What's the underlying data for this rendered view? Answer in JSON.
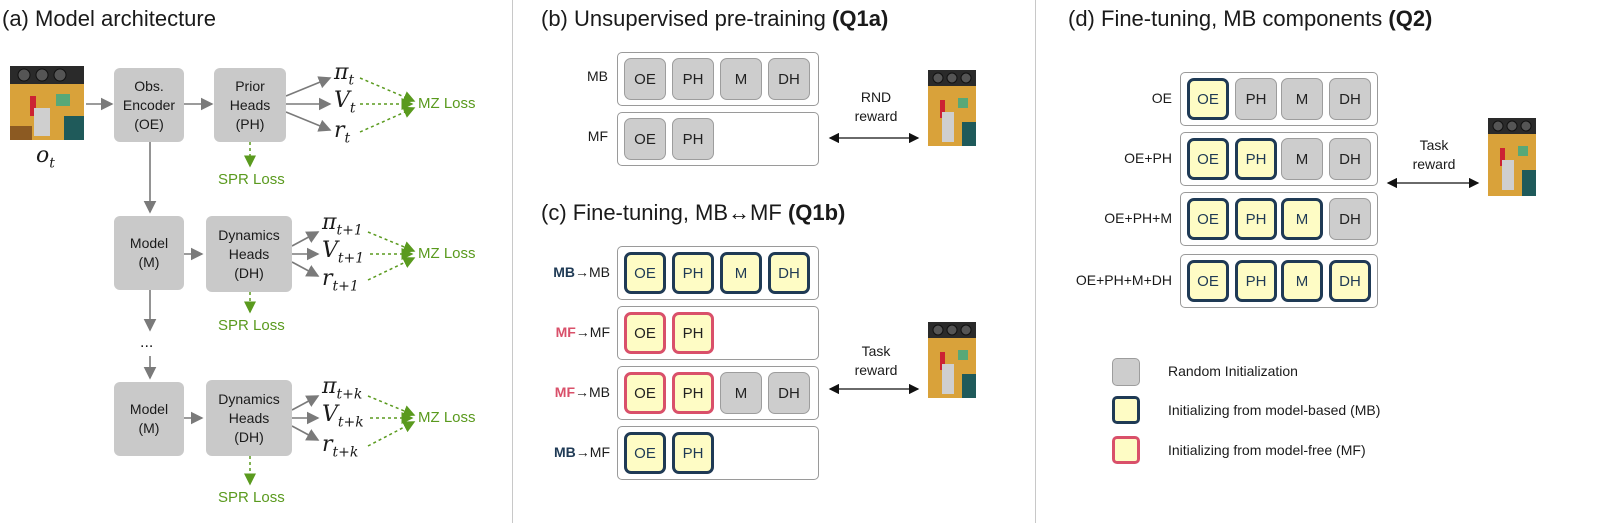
{
  "panel_a": {
    "title": "(a) Model architecture",
    "obs_label": "o",
    "obs_sub": "t",
    "encoder": "Obs.\nEncoder\n(OE)",
    "prior_heads": "Prior\nHeads\n(PH)",
    "model": "Model\n(M)",
    "dynamics_heads": "Dynamics\nHeads\n(DH)",
    "ellipsis": "...",
    "mz_loss": "MZ Loss",
    "spr_loss": "SPR Loss",
    "outputs_t": [
      "π",
      "V",
      "r"
    ],
    "sub_t": "t",
    "sub_t1": "t+1",
    "sub_tk": "t+k"
  },
  "panel_b": {
    "title": "(b) Unsupervised pre-training ",
    "title_bold": "(Q1a)",
    "rows": [
      {
        "label": "MB",
        "chips": [
          "OE",
          "PH",
          "M",
          "DH"
        ]
      },
      {
        "label": "MF",
        "chips": [
          "OE",
          "PH"
        ]
      }
    ],
    "reward": "RND\nreward"
  },
  "panel_c": {
    "title": "(c) Fine-tuning, MB↔MF ",
    "title_bold": "(Q1b)",
    "rows": [
      {
        "src": "MB",
        "dst": "→MB",
        "chips": [
          "OE",
          "PH",
          "M",
          "DH"
        ]
      },
      {
        "src": "MF",
        "dst": "→MF",
        "chips": [
          "OE",
          "PH"
        ]
      },
      {
        "src": "MF",
        "dst": "→MB",
        "chips": [
          "OE",
          "PH",
          "M",
          "DH"
        ]
      },
      {
        "src": "MB",
        "dst": "→MF",
        "chips": [
          "OE",
          "PH"
        ]
      }
    ],
    "reward": "Task\nreward"
  },
  "panel_d": {
    "title": "(d) Fine-tuning, MB components ",
    "title_bold": "(Q2)",
    "rows": [
      {
        "label": "OE",
        "chips": [
          "OE",
          "PH",
          "M",
          "DH"
        ]
      },
      {
        "label": "OE+PH",
        "chips": [
          "OE",
          "PH",
          "M",
          "DH"
        ]
      },
      {
        "label": "OE+PH+M",
        "chips": [
          "OE",
          "PH",
          "M",
          "DH"
        ]
      },
      {
        "label": "OE+PH+M+DH",
        "chips": [
          "OE",
          "PH",
          "M",
          "DH"
        ]
      }
    ],
    "reward": "Task\nreward"
  },
  "legend": [
    {
      "label": "Random Initialization",
      "style": "rand"
    },
    {
      "label": "Initializing from model-based (MB)",
      "style": "mb"
    },
    {
      "label": "Initializing from model-free (MF)",
      "style": "mf"
    }
  ],
  "colors": {
    "mb_border": "#1f3a55",
    "mf_border": "#d9506a",
    "random_fill": "#cdcdcd",
    "init_fill": "#fefcc5",
    "loss_green": "#5a9a1e"
  }
}
